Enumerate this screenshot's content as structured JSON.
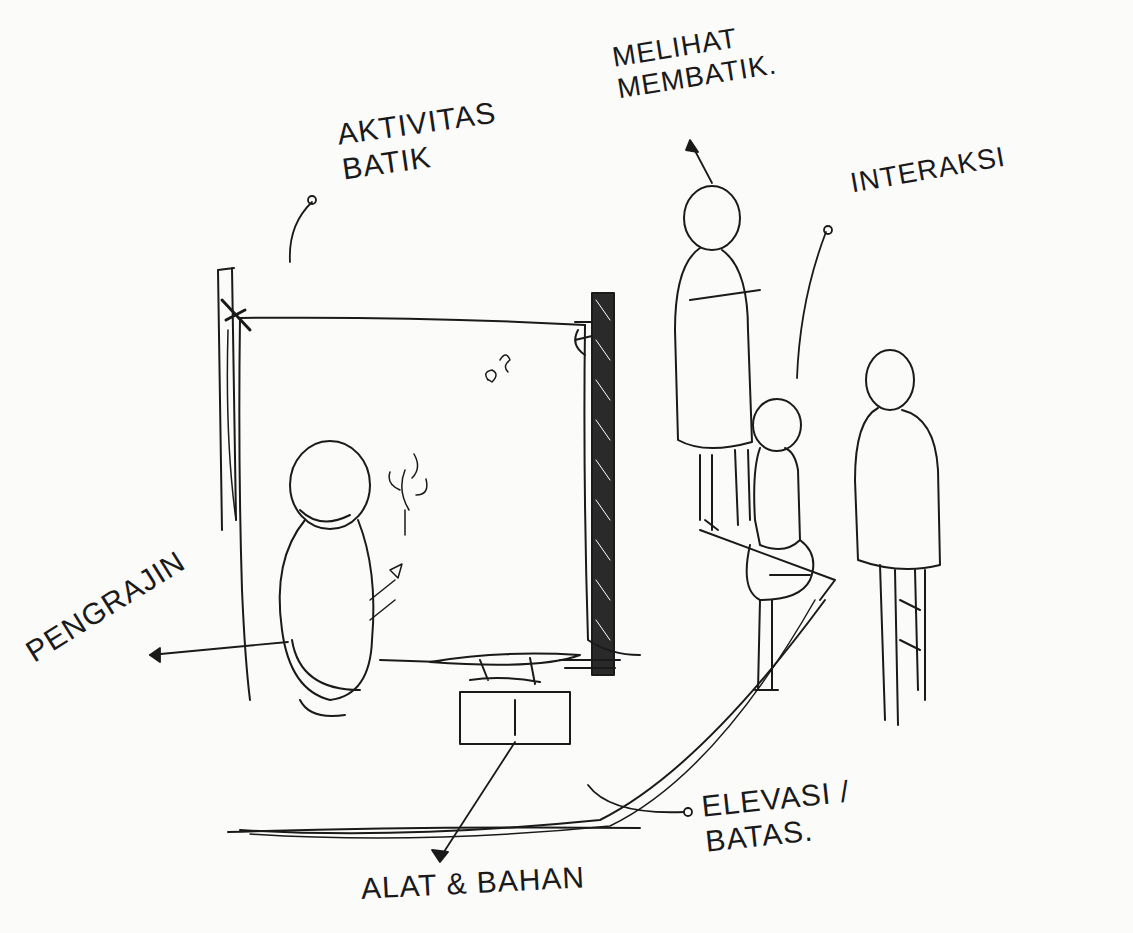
{
  "diagram": {
    "labels": [
      "AKTIVITAS BATIK",
      "MELIHAT MEMBATIK.",
      "INTERAKSI",
      "PENGRAJIN",
      "ALAT & BAHAN",
      "ELEVASI / BATAS."
    ]
  }
}
